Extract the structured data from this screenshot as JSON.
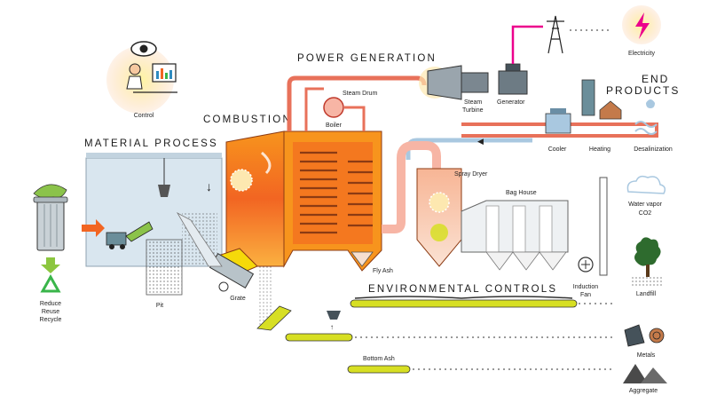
{
  "sections": {
    "power_generation": "POWER GENERATION",
    "combustion": "COMBUSTION",
    "material_process": "MATERIAL PROCESS",
    "environmental_controls": "ENVIRONMENTAL CONTROLS",
    "end_products_line1": "END",
    "end_products_line2": "PRODUCTS"
  },
  "labels": {
    "control": "Control",
    "steam_drum": "Steam Drum",
    "boiler": "Boiler",
    "steam_turbine_1": "Steam",
    "steam_turbine_2": "Turbine",
    "generator": "Generator",
    "electricity": "Electricity",
    "cooler": "Cooler",
    "heating": "Heating",
    "desalinization": "Desalinization",
    "spray_dryer": "Spray Dryer",
    "bag_house": "Bag House",
    "water_vapor_1": "Water vapor",
    "water_vapor_2": "CO2",
    "fly_ash": "Fly Ash",
    "induction_fan_1": "Induction",
    "induction_fan_2": "Fan",
    "pit": "Pit",
    "grate": "Grate",
    "bottom_ash": "Bottom Ash",
    "landfill": "Landfill",
    "metals": "Metals",
    "aggregate": "Aggregate",
    "reduce": "Reduce",
    "reuse": "Reuse",
    "recycle": "Recycle"
  },
  "colors": {
    "flame": "#f26522",
    "flame_light": "#fdb913",
    "steam": "#e8715a",
    "water": "#a9c8e0",
    "building": "#d9e6ef",
    "conveyor": "#d7df23",
    "power_line": "#ec008c",
    "chamber": "#f7c6ae"
  }
}
